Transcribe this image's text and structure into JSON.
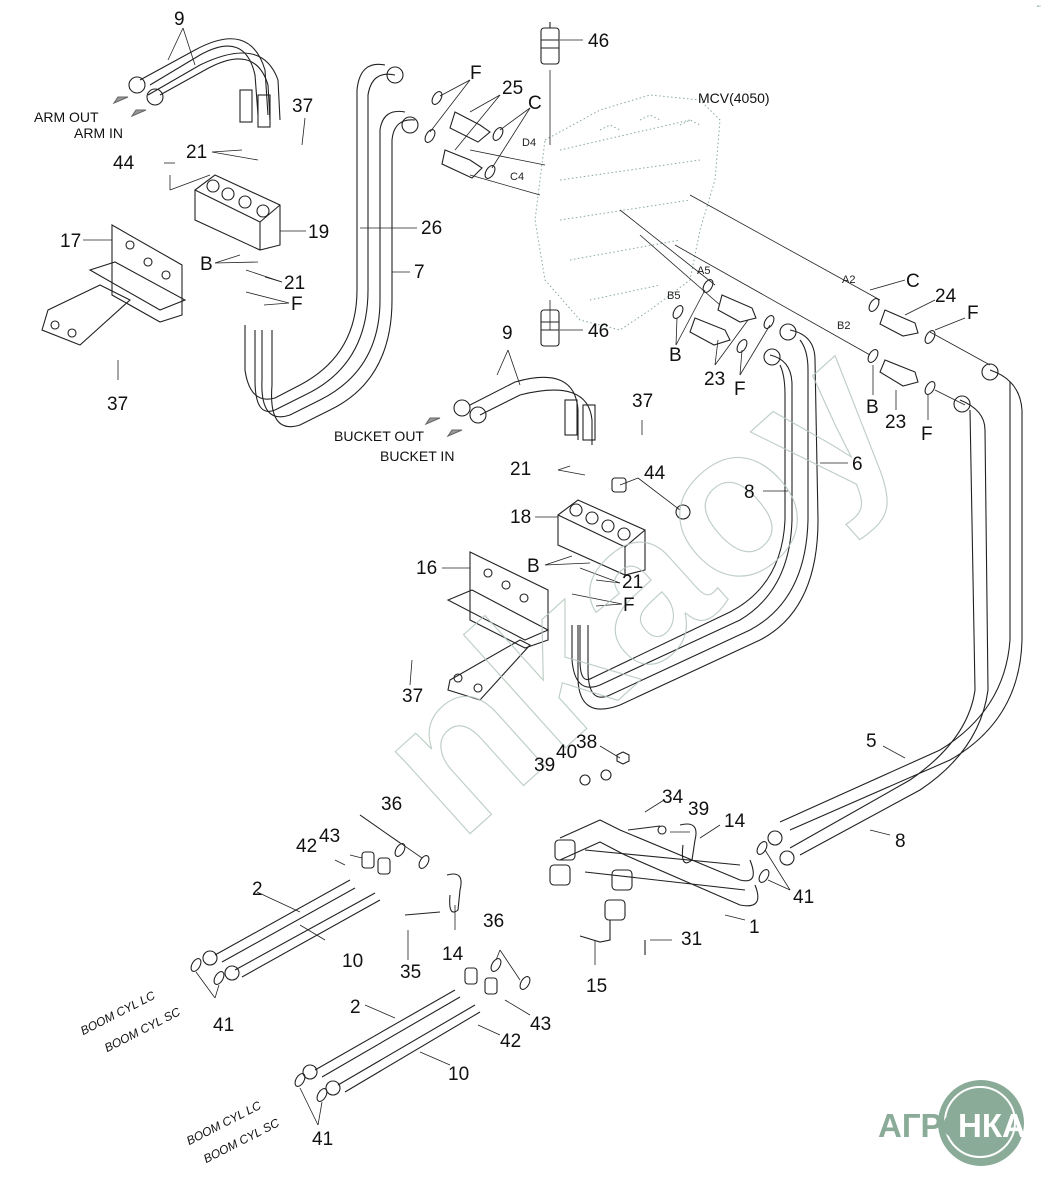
{
  "diagram": {
    "title": "MCV(4050)",
    "type": "exploded-parts-diagram",
    "watermark": "nkaoy",
    "logo": {
      "left": "АГРО",
      "right": "НКА",
      "color": "#8aab97"
    }
  },
  "destinations": {
    "arm_out": "ARM OUT",
    "arm_in": "ARM IN",
    "bucket_out": "BUCKET OUT",
    "bucket_in": "BUCKET IN",
    "boom_lc_1": "BOOM CYL LC",
    "boom_sc_1": "BOOM CYL SC",
    "boom_lc_2": "BOOM CYL LC",
    "boom_sc_2": "BOOM CYL SC"
  },
  "ports": {
    "d4": "D4",
    "c4": "C4",
    "a5": "A5",
    "b5": "B5",
    "a2": "A2",
    "b2": "B2"
  },
  "callouts": [
    {
      "id": "c9a",
      "text": "9"
    },
    {
      "id": "c37a",
      "text": "37"
    },
    {
      "id": "c21a",
      "text": "21"
    },
    {
      "id": "c44a",
      "text": "44"
    },
    {
      "id": "c19",
      "text": "19"
    },
    {
      "id": "c17",
      "text": "17"
    },
    {
      "id": "cBa",
      "text": "B"
    },
    {
      "id": "c21b",
      "text": "21"
    },
    {
      "id": "cFa",
      "text": "F"
    },
    {
      "id": "c37b",
      "text": "37"
    },
    {
      "id": "cFb",
      "text": "F"
    },
    {
      "id": "c25",
      "text": "25"
    },
    {
      "id": "cCa",
      "text": "C"
    },
    {
      "id": "c46a",
      "text": "46"
    },
    {
      "id": "c26",
      "text": "26"
    },
    {
      "id": "c7",
      "text": "7"
    },
    {
      "id": "c46b",
      "text": "46"
    },
    {
      "id": "cBb",
      "text": "B"
    },
    {
      "id": "c23a",
      "text": "23"
    },
    {
      "id": "cFc",
      "text": "F"
    },
    {
      "id": "cCb",
      "text": "C"
    },
    {
      "id": "c24",
      "text": "24"
    },
    {
      "id": "cFd",
      "text": "F"
    },
    {
      "id": "cBc",
      "text": "B"
    },
    {
      "id": "c23b",
      "text": "23"
    },
    {
      "id": "cFe",
      "text": "F"
    },
    {
      "id": "c9b",
      "text": "9"
    },
    {
      "id": "c37c",
      "text": "37"
    },
    {
      "id": "c21c",
      "text": "21"
    },
    {
      "id": "c44b",
      "text": "44"
    },
    {
      "id": "c18",
      "text": "18"
    },
    {
      "id": "c8a",
      "text": "8"
    },
    {
      "id": "c6",
      "text": "6"
    },
    {
      "id": "c16",
      "text": "16"
    },
    {
      "id": "cBd",
      "text": "B"
    },
    {
      "id": "c21d",
      "text": "21"
    },
    {
      "id": "cFf",
      "text": "F"
    },
    {
      "id": "c37d",
      "text": "37"
    },
    {
      "id": "c5",
      "text": "5"
    },
    {
      "id": "c38",
      "text": "38"
    },
    {
      "id": "c40",
      "text": "40"
    },
    {
      "id": "c39a",
      "text": "39"
    },
    {
      "id": "c36a",
      "text": "36"
    },
    {
      "id": "c34",
      "text": "34"
    },
    {
      "id": "c39b",
      "text": "39"
    },
    {
      "id": "c14a",
      "text": "14"
    },
    {
      "id": "c8b",
      "text": "8"
    },
    {
      "id": "c43a",
      "text": "43"
    },
    {
      "id": "c42a",
      "text": "42"
    },
    {
      "id": "c41a",
      "text": "41"
    },
    {
      "id": "c2a",
      "text": "2"
    },
    {
      "id": "c1",
      "text": "1"
    },
    {
      "id": "c14b",
      "text": "14"
    },
    {
      "id": "c36b",
      "text": "36"
    },
    {
      "id": "c31",
      "text": "31"
    },
    {
      "id": "c10a",
      "text": "10"
    },
    {
      "id": "c35",
      "text": "35"
    },
    {
      "id": "c15",
      "text": "15"
    },
    {
      "id": "c41b",
      "text": "41"
    },
    {
      "id": "c2b",
      "text": "2"
    },
    {
      "id": "c43b",
      "text": "43"
    },
    {
      "id": "c42b",
      "text": "42"
    },
    {
      "id": "c10b",
      "text": "10"
    },
    {
      "id": "c41c",
      "text": "41"
    }
  ]
}
